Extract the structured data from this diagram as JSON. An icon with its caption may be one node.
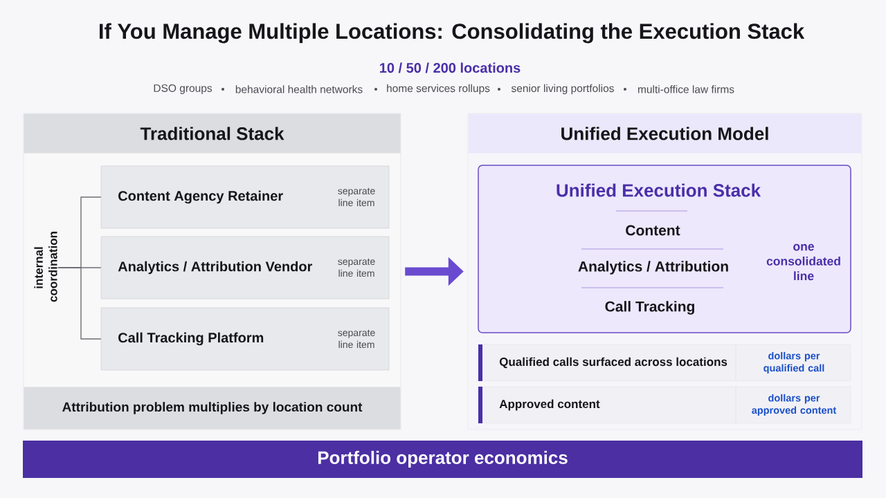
{
  "diagram": {
    "title": "If You Manage Multiple Locations: Consolidating the Execution Stack",
    "nodes": [
      {
        "text": [],
        "shape": "box"
      },
      {
        "text": [
          "Traditional Stack"
        ],
        "in": 0
      },
      {
        "text": [
          "Content Agency Retainer",
          "separate line item"
        ],
        "in": 0
      },
      {
        "text": [
          "Analytics / Attribution Vendor",
          "separate line item"
        ],
        "in": 0
      },
      {
        "text": [
          "Call Tracking Platform",
          "separate line item"
        ],
        "in": 0
      },
      {
        "text": [
          "internal coordination"
        ],
        "in": 0
      },
      {
        "text": [
          "Attribution problem multiplies by location count"
        ],
        "in": 0
      },
      {
        "text": [],
        "shape": "box"
      },
      {
        "text": [
          "Unified Execution Model"
        ],
        "in": 7
      },
      {
        "text": [
          "Unified Execution Stack",
          "Content",
          "Analytics / Attribution",
          "Call Tracking",
          "one consolidated line"
        ],
        "in": 7
      },
      {
        "text": [
          "Qualified calls surfaced across locations",
          "dollars per qualified call"
        ],
        "in": 7
      },
      {
        "text": [
          "Approved content",
          "dollars per approved content"
        ],
        "in": 7
      },
      {
        "text": [
          "Portfolio operator economics"
        ]
      }
    ],
    "edges": [
      {
        "from": 5,
        "to": 2,
        "arrow": "none"
      },
      {
        "from": 5,
        "to": 3,
        "arrow": "none"
      },
      {
        "from": 5,
        "to": 4,
        "arrow": "none"
      },
      {
        "from": 0,
        "to": 7,
        "arrow": "to",
        "style": "thick",
        "color": "#6a4bd0"
      }
    ],
    "labels": [
      "10 / 50 / 200 locations",
      "DSO groups",
      "behavioral health networks",
      "home services rollups",
      "senior living portfolios",
      "multi-office law firms"
    ]
  }
}
